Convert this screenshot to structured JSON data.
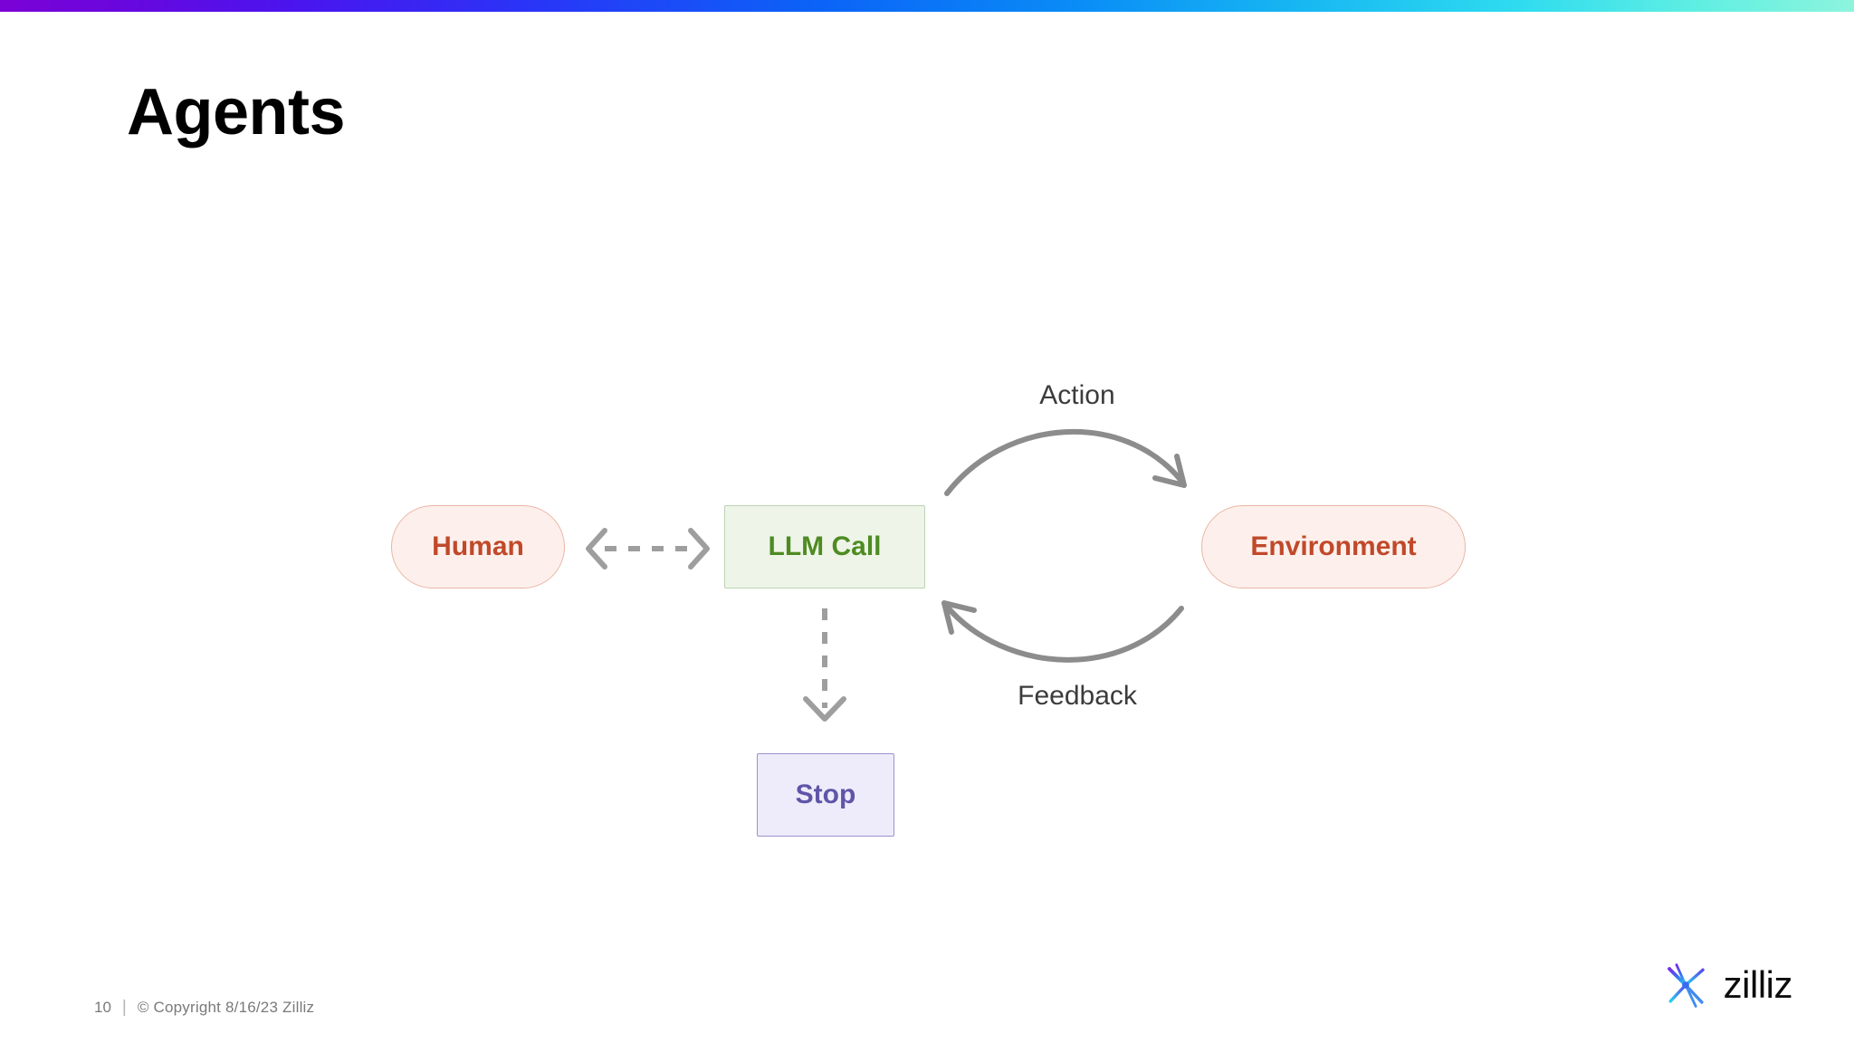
{
  "slide": {
    "title": "Agents",
    "page_number": "10",
    "separator": "|",
    "copyright": "© Copyright  8/16/23  Zilliz"
  },
  "topbar": {
    "gradient_start": "#7b02d6",
    "gradient_mid": "#0b63f7",
    "gradient_end": "#8df4dd"
  },
  "diagram": {
    "nodes": [
      {
        "id": "human",
        "label": "Human",
        "shape": "pill",
        "fill": "#fdf0ec",
        "border": "#eab6a4",
        "text_color": "#c0492a"
      },
      {
        "id": "llm-call",
        "label": "LLM Call",
        "shape": "rect",
        "fill": "#eef5e8",
        "border": "#bcd2b4",
        "text_color": "#4e8b22"
      },
      {
        "id": "environment",
        "label": "Environment",
        "shape": "pill",
        "fill": "#fdf0ec",
        "border": "#eab6a4",
        "text_color": "#c0492a"
      },
      {
        "id": "stop",
        "label": "Stop",
        "shape": "rect",
        "fill": "#eeecfa",
        "border": "#9a92cf",
        "text_color": "#5f55a8"
      }
    ],
    "edges": [
      {
        "id": "human-llm",
        "from": "human",
        "to": "llm-call",
        "label": "",
        "style": "dashed",
        "direction": "bidirectional",
        "color": "#9a9a9a"
      },
      {
        "id": "llm-environment",
        "from": "llm-call",
        "to": "environment",
        "label": "Action",
        "style": "solid",
        "direction": "forward",
        "color": "#8c8c8c"
      },
      {
        "id": "environment-llm",
        "from": "environment",
        "to": "llm-call",
        "label": "Feedback",
        "style": "solid",
        "direction": "forward",
        "color": "#8c8c8c"
      },
      {
        "id": "llm-stop",
        "from": "llm-call",
        "to": "stop",
        "label": "",
        "style": "dashed",
        "direction": "forward",
        "color": "#9a9a9a"
      }
    ]
  },
  "brand": {
    "wordmark": "zilliz",
    "mark_color_start": "#7a2bea",
    "mark_color_end": "#24d2ef"
  }
}
